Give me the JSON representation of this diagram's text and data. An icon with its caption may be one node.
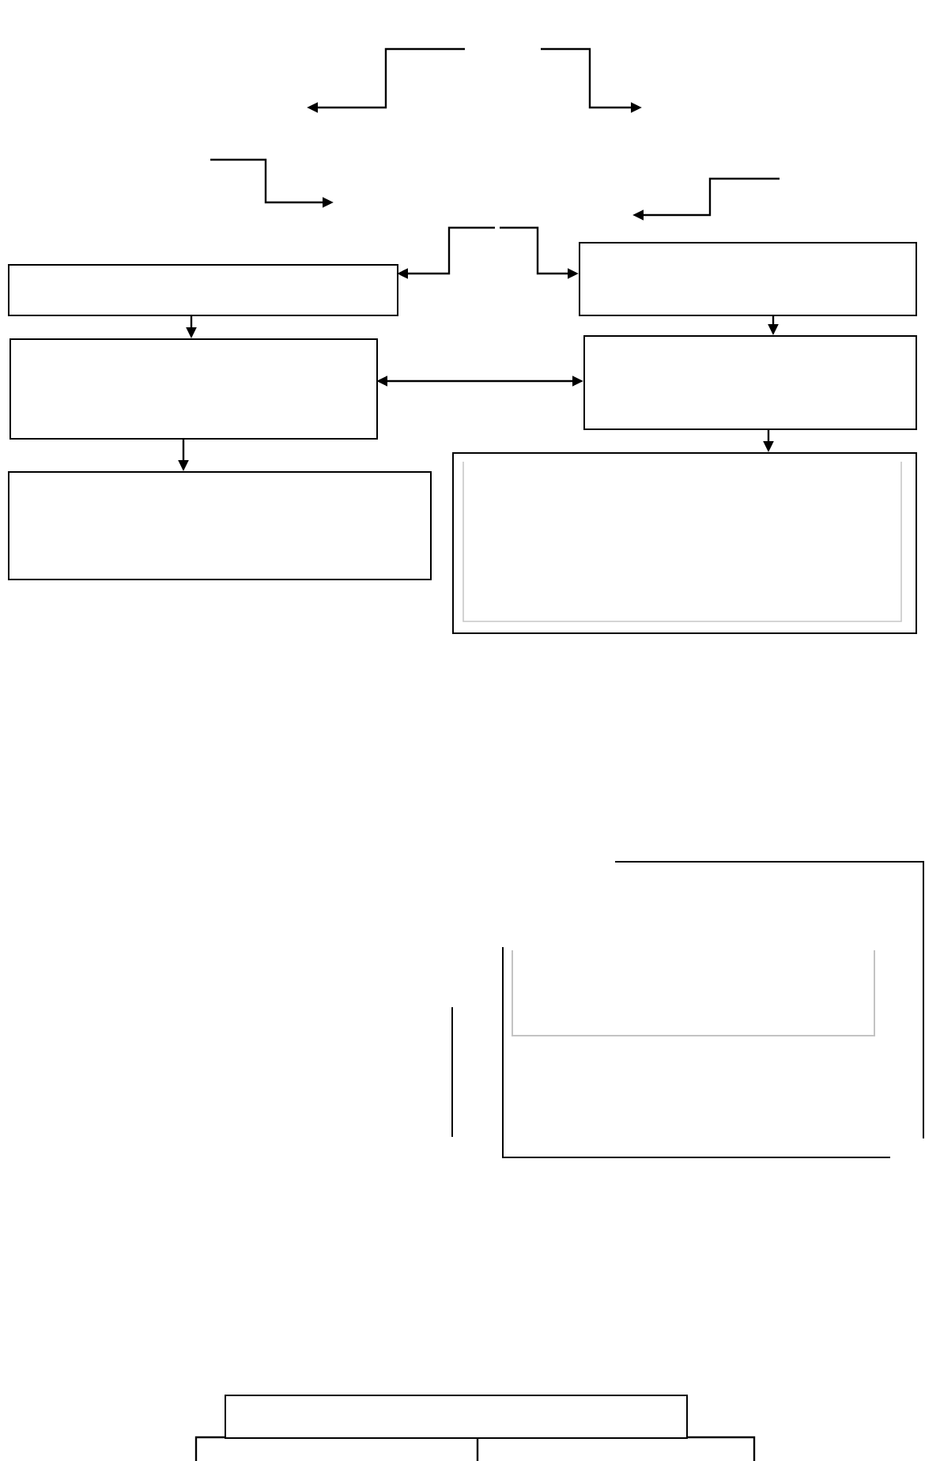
{
  "diagram": {
    "nodes": [
      {
        "text": [],
        "shape": "box"
      },
      {
        "text": [],
        "shape": "box"
      },
      {
        "text": [],
        "shape": "box"
      },
      {
        "text": [],
        "shape": "box"
      },
      {
        "text": [],
        "shape": "box"
      },
      {
        "text": [],
        "shape": "box"
      },
      {
        "text": [],
        "shape": "box"
      }
    ],
    "edges": [
      {
        "from": null,
        "to": 0,
        "arrow": "to"
      },
      {
        "from": null,
        "to": 1,
        "arrow": "to"
      },
      {
        "from": 0,
        "to": 2,
        "arrow": "to"
      },
      {
        "from": 1,
        "to": 3,
        "arrow": "to"
      },
      {
        "from": 2,
        "to": 3,
        "arrow": "both"
      },
      {
        "from": 2,
        "to": 4,
        "arrow": "to"
      },
      {
        "from": 3,
        "to": 5,
        "arrow": "to"
      },
      {
        "from": 6,
        "to": null,
        "arrow": "none"
      },
      {
        "from": 6,
        "to": null,
        "arrow": "none"
      },
      {
        "from": 6,
        "to": null,
        "arrow": "none"
      }
    ]
  }
}
